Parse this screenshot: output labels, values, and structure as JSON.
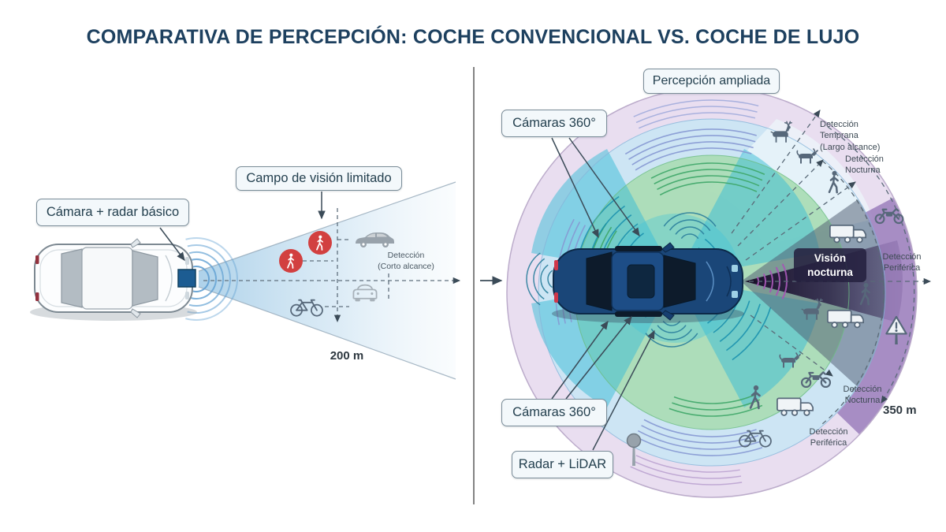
{
  "title": "COMPARATIVA DE PERCEPCIÓN: COCHE CONVENCIONAL VS. COCHE DE LUJO",
  "left_panel": {
    "sensor_label": "Cámara + radar básico",
    "fov_label": "Campo de visión limitado",
    "detection": {
      "line1": "Detección",
      "line2": "(Corto alcance)"
    },
    "range_label": "200 m"
  },
  "right_panel": {
    "perception_label": "Percepción ampliada",
    "cameras_top_label": "Cámaras 360°",
    "cameras_bottom_label": "Cámaras 360°",
    "radar_lidar_label": "Radar + LiDAR",
    "night_vision": {
      "line1": "Visión",
      "line2": "nocturna"
    },
    "early_detection": {
      "line1": "Detección",
      "line2": "Temprana",
      "line3": "(Largo alcance)"
    },
    "night_detection_top": {
      "line1": "Detección",
      "line2": "Nocturna"
    },
    "peripheral_detection_right": {
      "line1": "Detección",
      "line2": "Periférica"
    },
    "night_detection_bottom": {
      "line1": "Detección",
      "line2": "Nocturna"
    },
    "peripheral_detection_bottom": {
      "line1": "Detección",
      "line2": "Periférica"
    },
    "range_label": "350 m"
  },
  "colors": {
    "title": "#1d405f",
    "label_box_bg": "#f3f8fb",
    "label_box_border": "#7a8c98",
    "cone_blue": "#aed3ea",
    "alert_red": "#d24040",
    "ring_outer_lavender": "#e9def0",
    "ring_blue": "#cde5f4",
    "ring_green": "#abdcb6",
    "beam_teal": "#38bcd6",
    "night_cone_dark": "#150a26",
    "peripheral_purple": "#9678b9",
    "icon_gray": "#57687a",
    "luxury_car_blue": "#1c4a82"
  },
  "icons": [
    "pedestrian-icon",
    "deer-icon",
    "dog-icon",
    "truck-icon",
    "motorcycle-icon",
    "bicycle-icon",
    "suv-icon",
    "car-front-icon",
    "warning-sign-icon",
    "signpost-icon",
    "radar-sensor",
    "arrow-icon"
  ]
}
